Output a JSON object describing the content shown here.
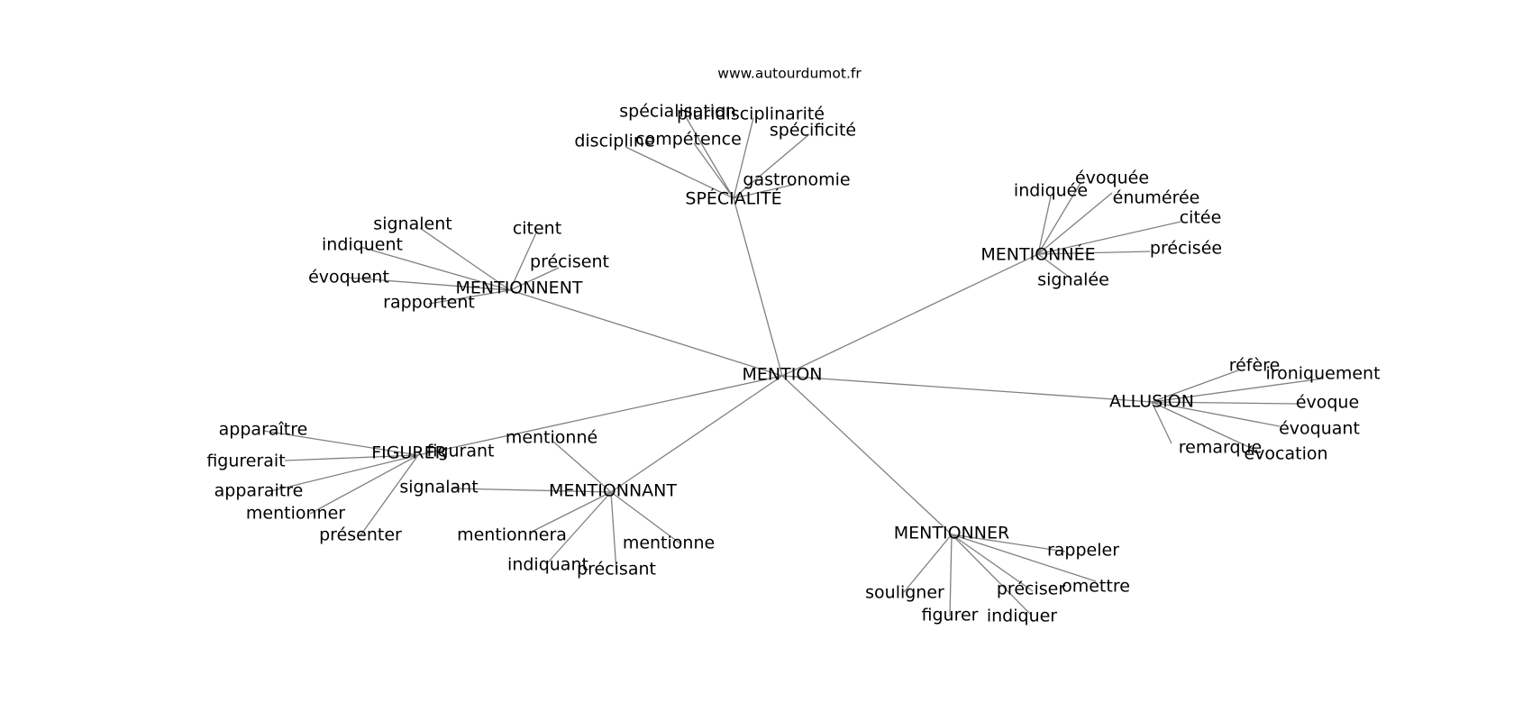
{
  "source": "www.autourdumot.fr",
  "center": "MENTION",
  "clusters": [
    {
      "hub": "SPÉCIALITÉ",
      "words": [
        "spécialisation",
        "pluridisciplinarité",
        "spécificité",
        "compétence",
        "discipline",
        "gastronomie"
      ]
    },
    {
      "hub": "MENTIONNÉE",
      "words": [
        "indiquée",
        "évoquée",
        "énumérée",
        "citée",
        "précisée",
        "signalée"
      ]
    },
    {
      "hub": "MENTIONNENT",
      "words": [
        "signalent",
        "indiquent",
        "citent",
        "précisent",
        "évoquent",
        "rapportent"
      ]
    },
    {
      "hub": "ALLUSION",
      "words": [
        "réfère",
        "ironiquement",
        "évoque",
        "évoquant",
        "évocation",
        "remarque"
      ]
    },
    {
      "hub": "FIGURER",
      "words": [
        "apparaître",
        "figurerait",
        "apparaitre",
        "mentionner",
        "présenter",
        "figurant"
      ]
    },
    {
      "hub": "MENTIONNANT",
      "words": [
        "mentionné",
        "signalant",
        "mentionnera",
        "indiquant",
        "précisant",
        "mentionne"
      ]
    },
    {
      "hub": "MENTIONNER",
      "words": [
        "rappeler",
        "omettre",
        "préciser",
        "indiquer",
        "figurer",
        "souligner"
      ]
    }
  ]
}
